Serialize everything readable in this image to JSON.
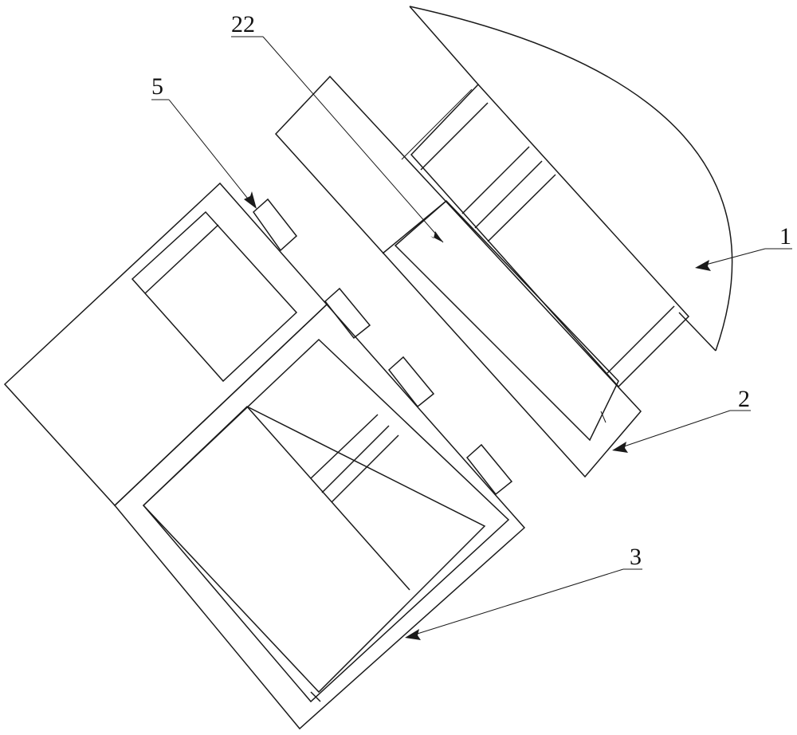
{
  "labels": {
    "part_1": "1",
    "part_2": "2",
    "part_3": "3",
    "part_5": "5",
    "part_22": "22"
  },
  "colors": {
    "line": "#1a1a1a",
    "background": "#ffffff"
  }
}
